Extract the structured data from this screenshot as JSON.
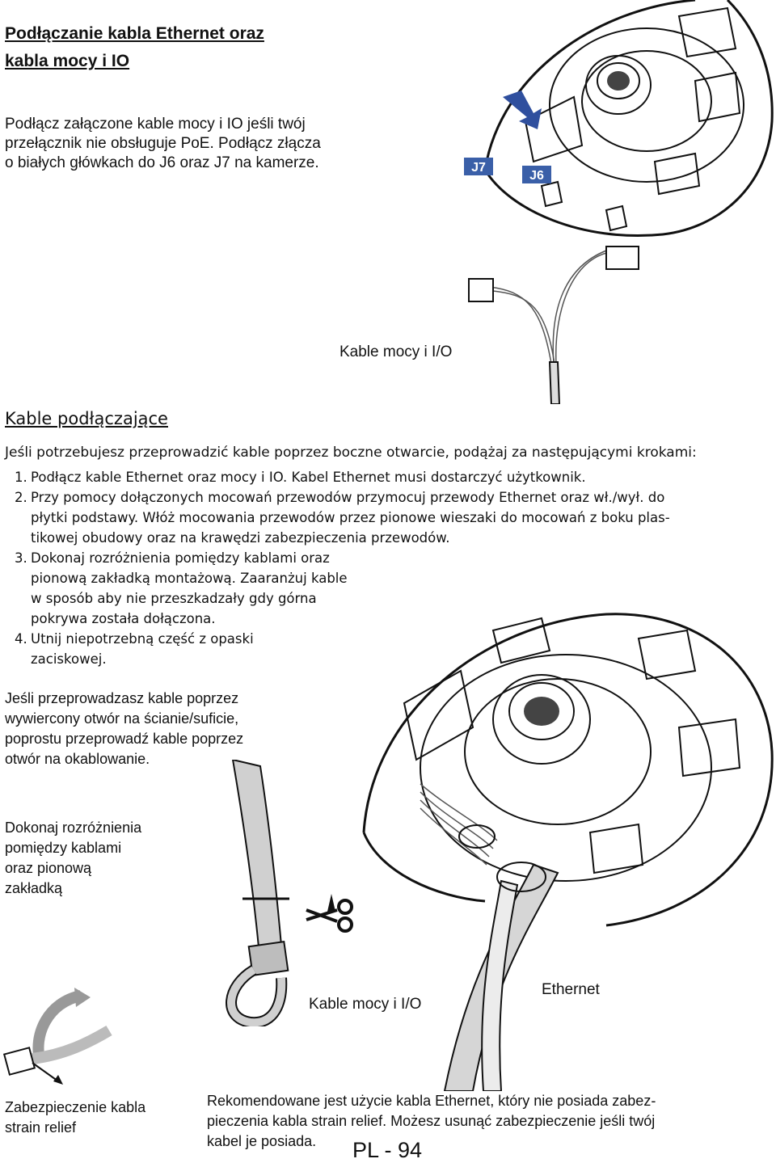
{
  "section1": {
    "title_line1": "Podłączanie kabla Ethernet oraz",
    "title_line2": "kabla mocy i IO",
    "intro_line1": "Podłącz załączone kable mocy i IO jeśli twój",
    "intro_line2": "przełącznik nie obsługuje PoE. Podłącz złącza",
    "intro_line3": "o białych główkach do J6 oraz J7 na kamerze.",
    "connector_j7": "J7",
    "connector_j6": "J6",
    "cable_caption": "Kable mocy i I/O"
  },
  "section2": {
    "heading": "Kable podłączające",
    "intro": "Jeśli potrzebujesz przeprowadzić kable poprzez boczne otwarcie, podążaj za następującymi krokami:",
    "steps": [
      {
        "num": "1.",
        "lines": [
          "Podłącz kable Ethernet oraz mocy i IO. Kabel Ethernet musi dostarczyć użytkownik."
        ]
      },
      {
        "num": "2.",
        "lines": [
          "Przy pomocy dołączonych mocowań przewodów przymocuj przewody Ethernet oraz wł./wył. do",
          "płytki podstawy. Włóż mocowania przewodów przez pionowe wieszaki do mocowań z boku plas-",
          "tikowej obudowy oraz na krawędzi zabezpieczenia przewodów."
        ]
      },
      {
        "num": "3.",
        "lines": [
          "Dokonaj rozróżnienia pomiędzy kablami oraz",
          "pionową zakładką montażową. Zaaranżuj kable",
          "w sposób aby nie przeszkadzały gdy górna",
          "pokrywa została dołączona."
        ]
      },
      {
        "num": "4.",
        "lines": [
          "Utnij niepotrzebną część z opaski",
          "zaciskowej."
        ]
      }
    ],
    "wall_note_line1": "Jeśli przeprowadzasz kable poprzez",
    "wall_note_line2": "wywiercony otwór na ścianie/suficie,",
    "wall_note_line3": "poprostu przeprowadź kable poprzez",
    "wall_note_line4": "otwór na okablowanie.",
    "tab_note_line1": "Dokonaj rozróżnienia",
    "tab_note_line2": "pomiędzy kablami",
    "tab_note_line3": "oraz pionową",
    "tab_note_line4": "zakładką",
    "label_power_io": "Kable mocy i I/O",
    "label_ethernet": "Ethernet",
    "strain_relief_line1": "Zabezpieczenie kabla",
    "strain_relief_line2": "strain relief",
    "recommend_line1": "Rekomendowane jest użycie kabla Ethernet, który nie posiada zabez-",
    "recommend_line2": "pieczenia kabla strain relief. Możesz usunąć zabezpieczenie jeśli twój",
    "recommend_line3": "kabel je posiada."
  },
  "footer": {
    "page_number": "PL - 94"
  },
  "colors": {
    "connector_label_bg": "#3a5fa8",
    "arrow_blue": "#2f4f9e"
  }
}
